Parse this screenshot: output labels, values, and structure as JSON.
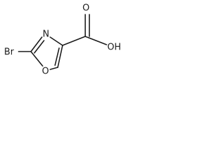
{
  "molecule": {
    "atoms": {
      "bromine": "Br",
      "ring_nitrogen": "N",
      "ring_oxygen": "O",
      "carbonyl_oxygen": "O",
      "hydroxyl": "OH"
    }
  }
}
